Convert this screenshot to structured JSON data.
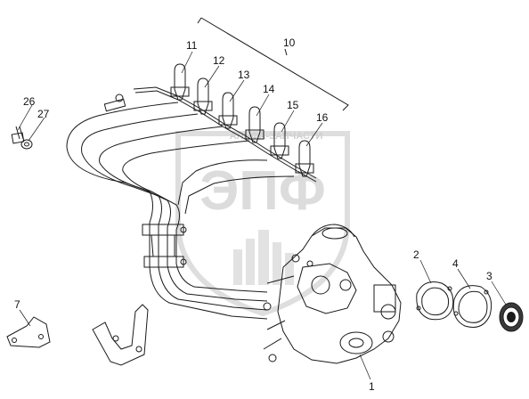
{
  "callouts": [
    "1",
    "2",
    "3",
    "7",
    "10",
    "11",
    "12",
    "13",
    "14",
    "15",
    "16",
    "26",
    "27"
  ],
  "watermark": {
    "top_text": "АЛЬФА-ЗАПЧАСТИ",
    "big_text": "ЭПФ",
    "color": "#d8d8d8"
  },
  "colors": {
    "line": "#1a1a1a",
    "watermark": "#d8d8d8",
    "background": "#ffffff"
  }
}
